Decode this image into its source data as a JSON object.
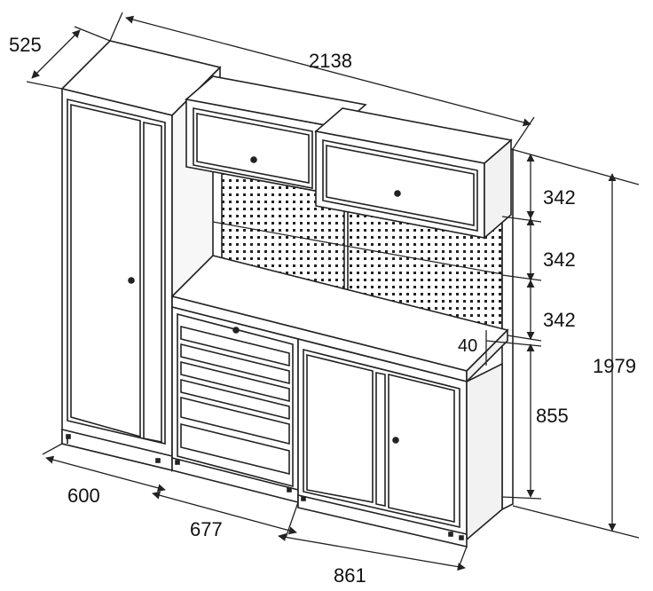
{
  "drawing": {
    "line_color": "#222222",
    "background": "#ffffff",
    "dimensions": {
      "depth": "525",
      "total_width": "2138",
      "top_cabinet_height": "342",
      "pegboard_upper_height": "342",
      "pegboard_lower_height": "342",
      "worktop_thickness": "40",
      "total_height": "1979",
      "base_height": "855",
      "tall_cabinet_width": "600",
      "drawer_unit_width": "677",
      "base_cabinet_width": "861"
    },
    "icons": {
      "tall_cabinet": "tall-cabinet-icon",
      "wall_cabinets": "wall-cabinet-icon",
      "pegboard": "pegboard-icon",
      "drawer_unit": "drawer-unit-icon",
      "base_cabinet": "base-cabinet-icon"
    }
  }
}
